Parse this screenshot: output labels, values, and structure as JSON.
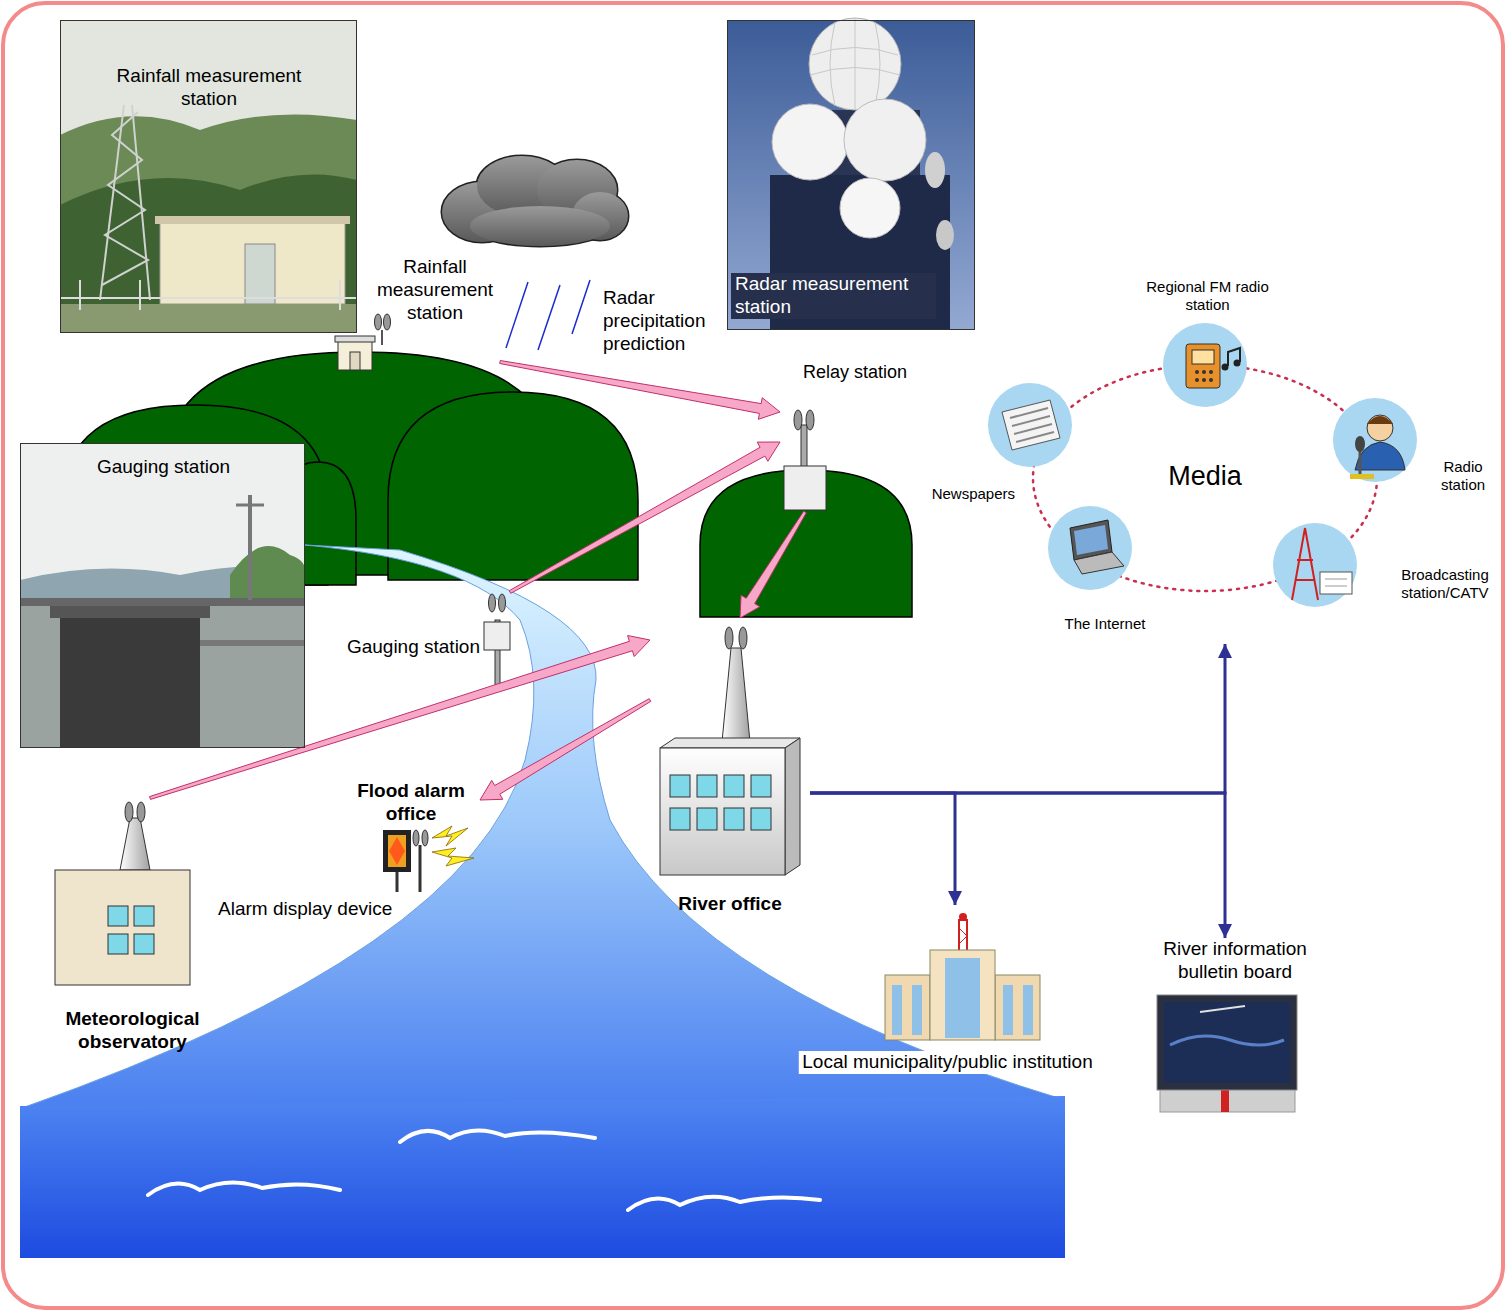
{
  "diagram": {
    "nodes": [
      {
        "text": [
          "Rainfall measurement station"
        ]
      },
      {
        "text": [
          "Rainfall measurement station"
        ]
      },
      {
        "text": [
          "Radar measurement station"
        ]
      },
      {
        "text": [
          "Relay station"
        ]
      },
      {
        "text": [
          "Media"
        ]
      },
      {
        "text": [
          "Regional FM radio station"
        ],
        "in": 4
      },
      {
        "text": [
          "Newspapers"
        ],
        "in": 4
      },
      {
        "text": [
          "Radio station"
        ],
        "in": 4
      },
      {
        "text": [
          "The Internet"
        ],
        "in": 4
      },
      {
        "text": [
          "Broadcasting station/CATV"
        ],
        "in": 4
      },
      {
        "text": [
          "Gauging station"
        ]
      },
      {
        "text": [
          "Gauging station"
        ]
      },
      {
        "text": [
          "Flood alarm office",
          "Alarm display device"
        ]
      },
      {
        "text": [
          "River office"
        ]
      },
      {
        "text": [
          "Meteorological observatory"
        ]
      },
      {
        "text": [
          "Local municipality/public institution"
        ]
      },
      {
        "text": [
          "River information bulletin board"
        ]
      }
    ],
    "edges": [
      {
        "from": 1,
        "to": 3,
        "arrow": "to"
      },
      {
        "from": 11,
        "to": 3,
        "arrow": "to"
      },
      {
        "from": 3,
        "to": 13,
        "arrow": "to"
      },
      {
        "from": 14,
        "to": 13,
        "arrow": "to"
      },
      {
        "from": 13,
        "to": 12,
        "arrow": "to"
      },
      {
        "from": 13,
        "to": 15,
        "arrow": "to"
      },
      {
        "from": 13,
        "to": 16,
        "arrow": "to"
      },
      {
        "from": 13,
        "to": 4,
        "arrow": "to"
      }
    ],
    "labels": [
      "Radar precipitation prediction"
    ]
  }
}
